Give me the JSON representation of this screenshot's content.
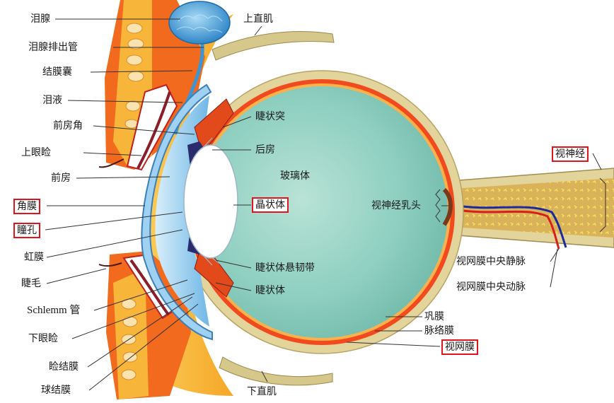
{
  "labels": {
    "lacrimal_gland": "泪腺",
    "lacrimal_duct": "泪腺排出管",
    "conjunctival_sac": "结膜囊",
    "tears": "泪液",
    "anterior_chamber_angle": "前房角",
    "upper_eyelid": "上眼睑",
    "anterior_chamber": "前房",
    "cornea": "角膜",
    "pupil": "瞳孔",
    "iris": "虹膜",
    "eyelashes": "睫毛",
    "schlemm_canal": "Schlemm 管",
    "lower_eyelid": "下眼睑",
    "palpebral_conjunctiva": "睑结膜",
    "bulbar_conjunctiva": "球结膜",
    "superior_rectus": "上直肌",
    "ciliary_process": "睫状突",
    "posterior_chamber": "后房",
    "vitreous_body": "玻璃体",
    "lens": "晶状体",
    "zonule": "睫状体悬韧带",
    "ciliary_body": "睫状体",
    "optic_nerve": "视神经",
    "optic_disc": "视神经乳头",
    "central_retinal_vein": "视网膜中央静脉",
    "central_retinal_artery": "视网膜中央动脉",
    "sclera": "巩膜",
    "choroid": "脉络膜",
    "retina": "视网膜",
    "inferior_rectus": "下直肌"
  },
  "colors": {
    "highlight_box": "#e0141e",
    "vitreous": "#8ecfc0",
    "sclera": "#e2d49a",
    "choroid": "#f04a1e",
    "cornea_chamber": "#6fb7e6",
    "eyelid_fat": "#f7a21b",
    "nerve": "#d9b25a",
    "lacrimal_gland": "#3d95d4"
  }
}
